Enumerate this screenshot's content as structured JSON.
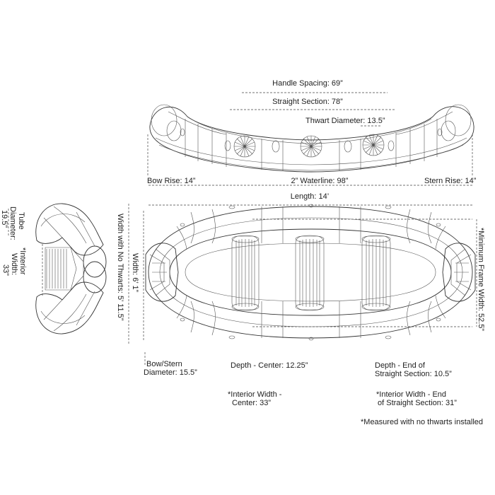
{
  "labels": {
    "handle_spacing": "Handle Spacing: 69”",
    "straight_section": "Straight Section: 78”",
    "thwart_diameter": "Thwart Diameter: 13.5”",
    "bow_rise": "Bow Rise: 14”",
    "waterline": "2” Waterline: 98”",
    "stern_rise": "Stern Rise: 14”",
    "length": "Length: 14’",
    "tube_diameter_1": "Tube",
    "tube_diameter_2": "Diameter:",
    "tube_diameter_3": "19.5”",
    "interior_width_1": "*Interior",
    "interior_width_2": "Width:",
    "interior_width_3": "33”",
    "width_no_thwarts": "Width with No Thwarts: 5’ 11.5”",
    "width": "Width: 6’ 1”",
    "min_frame_width": "*Minimum Frame Width: 52.5”",
    "bow_stern_diameter_1": "Bow/Stern",
    "bow_stern_diameter_2": "Diameter: 15.5”",
    "depth_center": "Depth - Center: 12.25”",
    "depth_end_1": "Depth - End of",
    "depth_end_2": "Straight Section: 10.5”",
    "interior_center_1": "*Interior Width -",
    "interior_center_2": "Center: 33”",
    "interior_end_1": "*Interior Width - End",
    "interior_end_2": "of Straight Section: 31”",
    "footnote": "*Measured with no thwarts installed"
  },
  "colors": {
    "line": "#555555",
    "text": "#222222",
    "background": "#ffffff"
  }
}
